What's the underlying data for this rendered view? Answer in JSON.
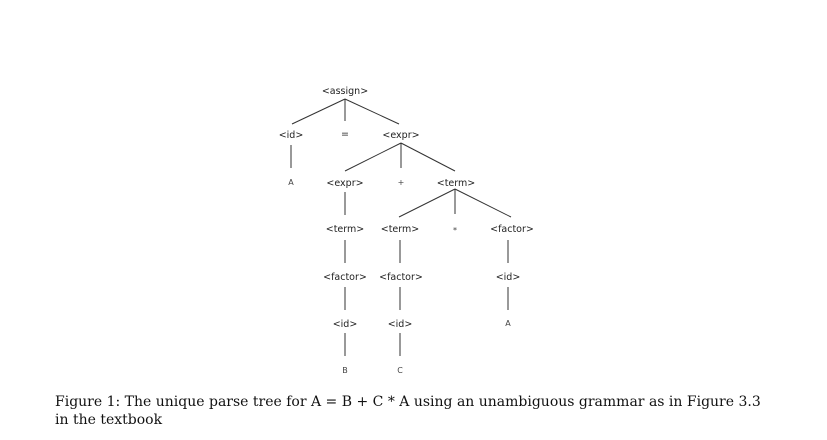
{
  "tree": {
    "nodes": {
      "assign": "<assign>",
      "id_a": "<id>",
      "eq": "=",
      "expr_top": "<expr>",
      "leaf_a1": "A",
      "expr_mid": "<expr>",
      "plus": "+",
      "term_right": "<term>",
      "term_left": "<term>",
      "term_mid": "<term>",
      "star": "*",
      "factor_right": "<factor>",
      "factor_left": "<factor>",
      "factor_mid": "<factor>",
      "id_right": "<id>",
      "id_left": "<id>",
      "id_mid": "<id>",
      "leaf_a2": "A",
      "leaf_b": "B",
      "leaf_c": "C"
    }
  },
  "caption": {
    "text": "Figure 1: The unique parse tree for A = B + C * A using an unambiguous grammar as in Figure 3.3 in the textbook"
  }
}
